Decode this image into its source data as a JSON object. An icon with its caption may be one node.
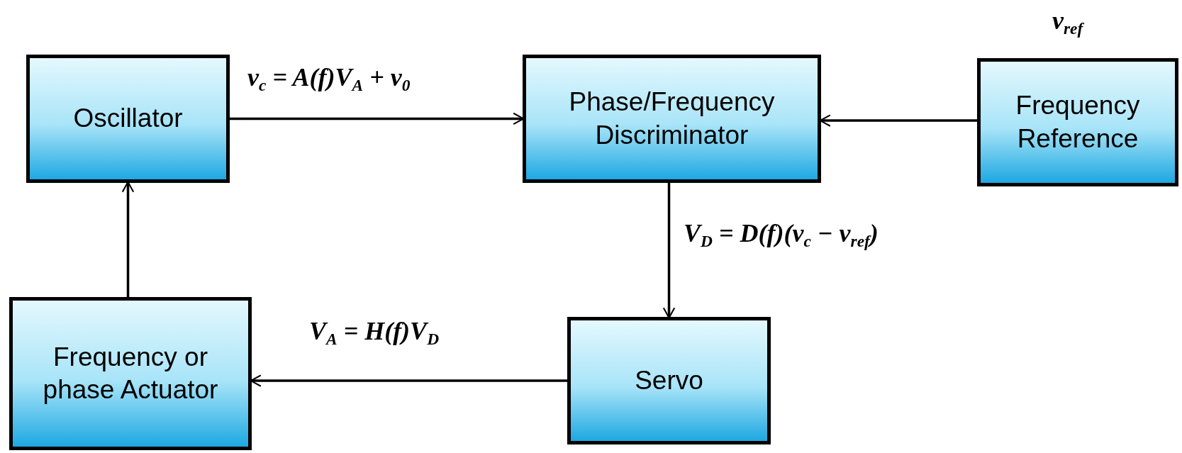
{
  "diagram": {
    "nodes": [
      {
        "text": [
          "Oscillator"
        ]
      },
      {
        "text": [
          "Phase/Frequency Discriminator"
        ]
      },
      {
        "text": [
          "Frequency Reference"
        ],
        "beside": [
          "ν$_{ref}$"
        ]
      },
      {
        "text": [
          "Frequency or phase Actuator"
        ]
      },
      {
        "text": [
          "Servo"
        ]
      }
    ],
    "edges": [
      {
        "from": 0,
        "to": 1,
        "arrow": "to",
        "label": "ν$_{c}$ = A(f)V$_{A}$ + ν$_{0}$"
      },
      {
        "from": 2,
        "to": 1,
        "arrow": "to"
      },
      {
        "from": 1,
        "to": 4,
        "arrow": "to",
        "label": "V$_{D}$ = D(f)(ν$_{c}$ − ν$_{ref}$)"
      },
      {
        "from": 4,
        "to": 3,
        "arrow": "to",
        "label": "V$_{A}$ = H(f)V$_{D}$"
      },
      {
        "from": 3,
        "to": 0,
        "arrow": "to"
      }
    ]
  }
}
